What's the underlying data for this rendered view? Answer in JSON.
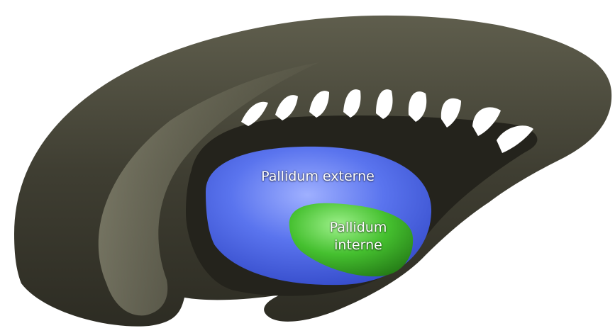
{
  "labels": {
    "externe": "Pallidum externe",
    "interne_line1": "Pallidum",
    "interne_line2": "interne"
  },
  "colors": {
    "background": "#ffffff",
    "striatum": "#3b3a2e",
    "striatum_highlight": "#8a8a74",
    "externe": "#4a63e6",
    "interne": "#3fb52a",
    "label_text": "#ffffff"
  }
}
